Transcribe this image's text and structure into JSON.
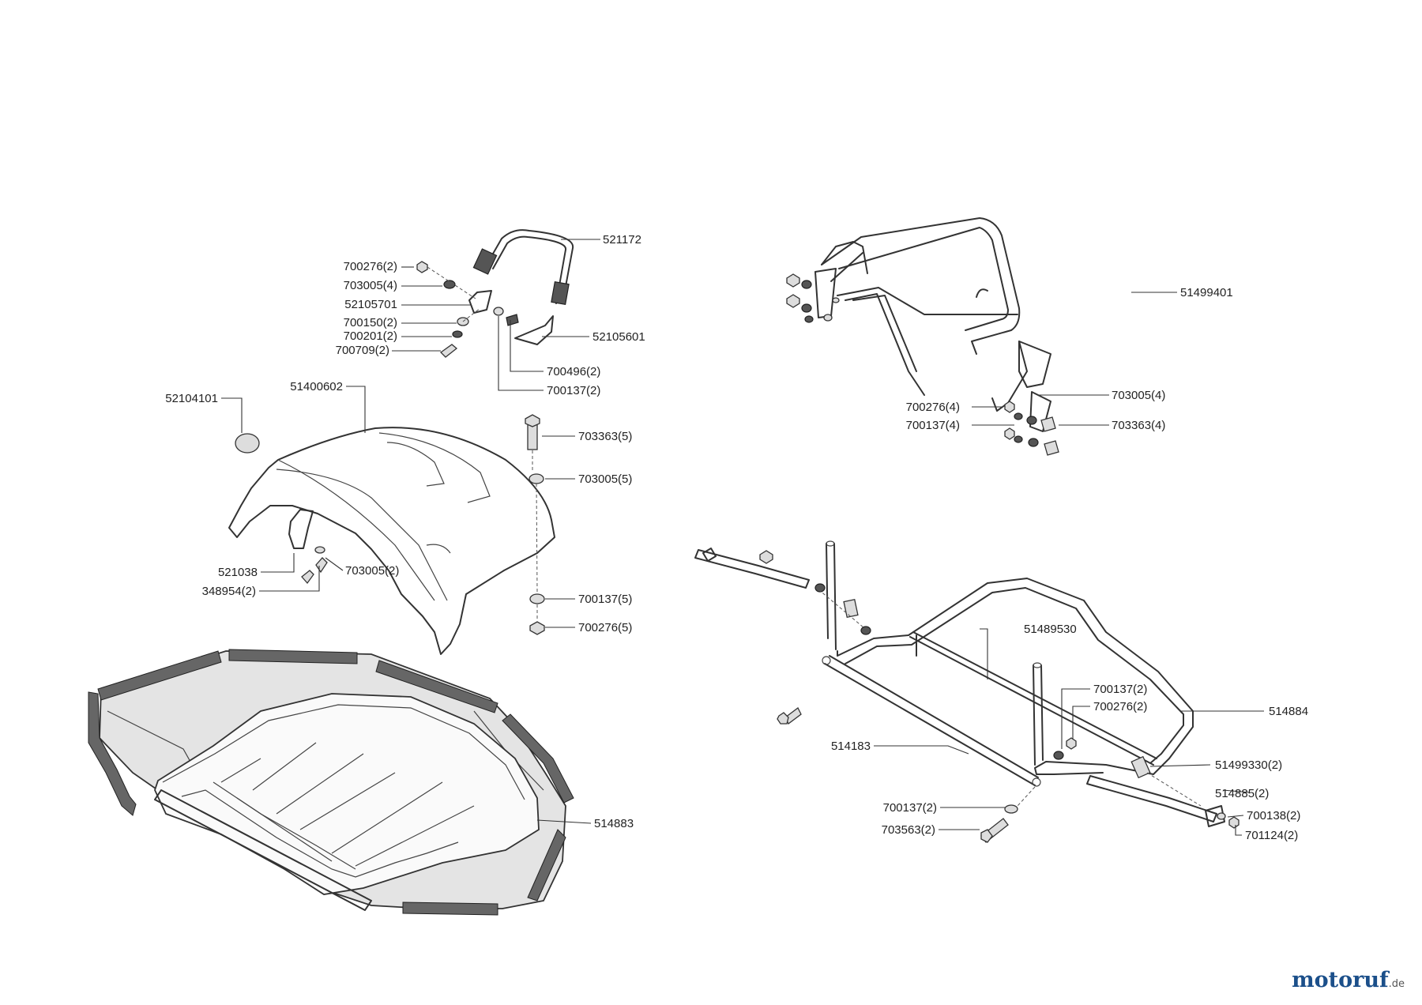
{
  "diagram": {
    "parts": {
      "grab_handle": "521172",
      "handle_bracket_left": "52105701",
      "handle_bracket_right": "52105601",
      "handle_nut": "700276(2)",
      "handle_washer_a": "703005(4)",
      "handle_washer_b": "700150(2)",
      "handle_washer_c": "700201(2)",
      "handle_screw": "700709(2)",
      "handle_washer_d": "700496(2)",
      "handle_washer_e": "700137(2)",
      "cap": "52104101",
      "hood": "51400602",
      "hood_bolt": "703363(5)",
      "hood_washer_top": "703005(5)",
      "hood_washer_bottom": "700137(5)",
      "hood_nut": "700276(5)",
      "hood_bracket": "521038",
      "hood_bracket_screw": "348954(2)",
      "hood_bracket_washer": "703005(2)",
      "basket_bag": "514883",
      "upper_frame": "51499401",
      "upper_nut": "700276(4)",
      "upper_washer_a": "700137(4)",
      "upper_washer_b": "703005(4)",
      "upper_bolt": "703363(4)",
      "lower_frame_rod": "51489530",
      "lower_washer": "700137(2)",
      "lower_nut": "700276(2)",
      "lower_frame": "514884",
      "cross_rod": "514183",
      "spring_cap": "51499330(2)",
      "gas_spring": "514885(2)",
      "rod_washer": "700137(2)",
      "rod_bolt": "703563(2)",
      "spring_washer": "700138(2)",
      "spring_nut": "701124(2)"
    }
  },
  "watermark": {
    "brand": "motoruf",
    "tld": ".de",
    "color": "#1b4f8a",
    "dot_color": "#d33a2c"
  }
}
